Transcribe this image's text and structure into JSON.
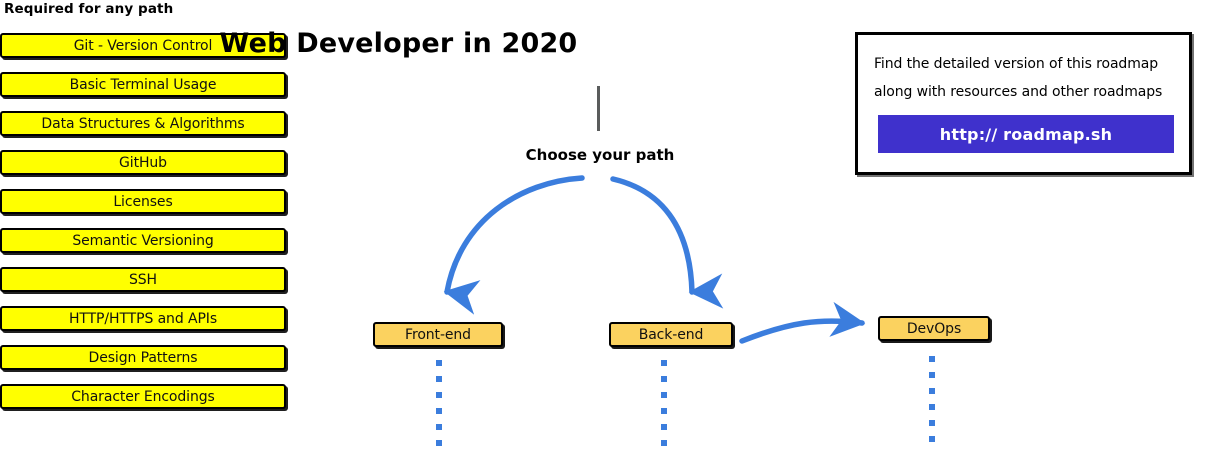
{
  "title": "Web Developer in 2020",
  "required_section": {
    "heading": "Required for any path",
    "items": [
      {
        "label": "Git - Version Control"
      },
      {
        "label": "Basic Terminal Usage"
      },
      {
        "label": "Data Structures & Algorithms"
      },
      {
        "label": "GitHub"
      },
      {
        "label": "Licenses"
      },
      {
        "label": "Semantic Versioning"
      },
      {
        "label": "SSH"
      },
      {
        "label": "HTTP/HTTPS and APIs"
      },
      {
        "label": "Design Patterns"
      },
      {
        "label": "Character Encodings"
      }
    ]
  },
  "center": {
    "choose_path_label": "Choose your path",
    "paths": [
      {
        "label": "Front-end"
      },
      {
        "label": "Back-end"
      },
      {
        "label": "DevOps"
      }
    ]
  },
  "callout": {
    "line1": "Find the detailed version of this roadmap",
    "line2": "along with resources and other roadmaps",
    "button_label": "http:// roadmap.sh"
  },
  "colors": {
    "required_box_fill": "#ffff00",
    "path_box_fill": "#fbd25f",
    "arrow_blue": "#3b7ddd",
    "button_indigo": "#3f31cc",
    "stem_gray": "#5a5c5c",
    "outline_black": "#000000"
  }
}
